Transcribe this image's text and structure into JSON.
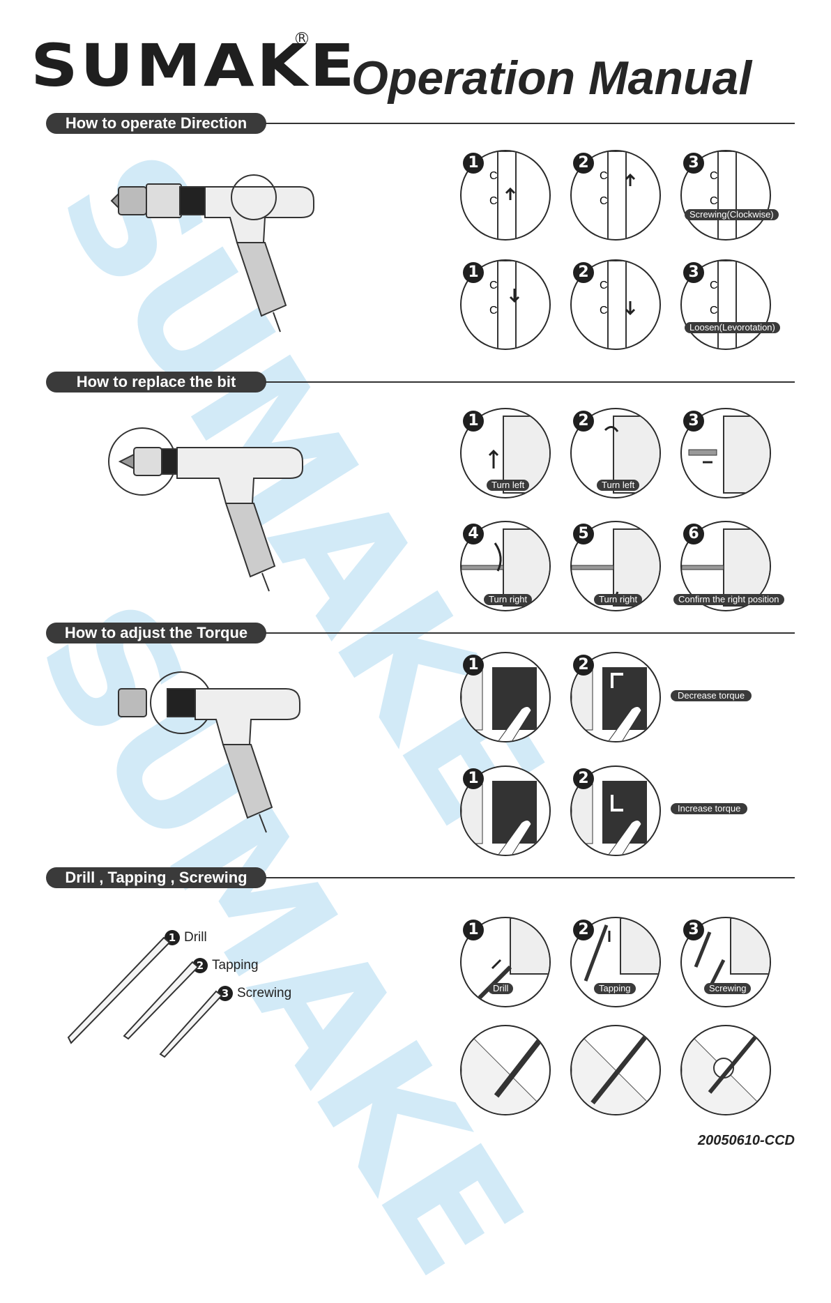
{
  "header": {
    "brand": "SUMAKE",
    "registered": "R",
    "title": "Operation Manual"
  },
  "watermark": "SUMAKE",
  "sections": {
    "direction": {
      "title": "How to operate Direction",
      "steps": [
        {
          "num": "1",
          "caption": ""
        },
        {
          "num": "2",
          "caption": ""
        },
        {
          "num": "3",
          "caption": "Screwing(Clockwise)"
        },
        {
          "num": "1",
          "caption": ""
        },
        {
          "num": "2",
          "caption": ""
        },
        {
          "num": "3",
          "caption": "Loosen(Levorotation)"
        }
      ]
    },
    "replace": {
      "title": "How to replace the bit",
      "steps": [
        {
          "num": "1",
          "caption": "Turn left"
        },
        {
          "num": "2",
          "caption": "Turn left"
        },
        {
          "num": "3",
          "caption": ""
        },
        {
          "num": "4",
          "caption": "Turn right"
        },
        {
          "num": "5",
          "caption": "Turn right"
        },
        {
          "num": "6",
          "caption": "Confirm the right position"
        }
      ]
    },
    "torque": {
      "title": "How to adjust the Torque",
      "steps": [
        {
          "num": "1"
        },
        {
          "num": "2"
        },
        {
          "num": "1"
        },
        {
          "num": "2"
        }
      ],
      "decrease": "Decrease torque",
      "increase": "Increase torque"
    },
    "drill": {
      "title": "Drill , Tapping , Screwing",
      "bits": [
        {
          "num": "1",
          "label": "Drill"
        },
        {
          "num": "2",
          "label": "Tapping"
        },
        {
          "num": "3",
          "label": "Screwing"
        }
      ],
      "steps": [
        {
          "num": "1",
          "caption": "Drill"
        },
        {
          "num": "2",
          "caption": "Tapping"
        },
        {
          "num": "3",
          "caption": "Screwing"
        }
      ]
    }
  },
  "footer": {
    "code": "20050610-CCD"
  },
  "colors": {
    "dark": "#3a3a3a",
    "watermark": "#c4e4f5"
  }
}
